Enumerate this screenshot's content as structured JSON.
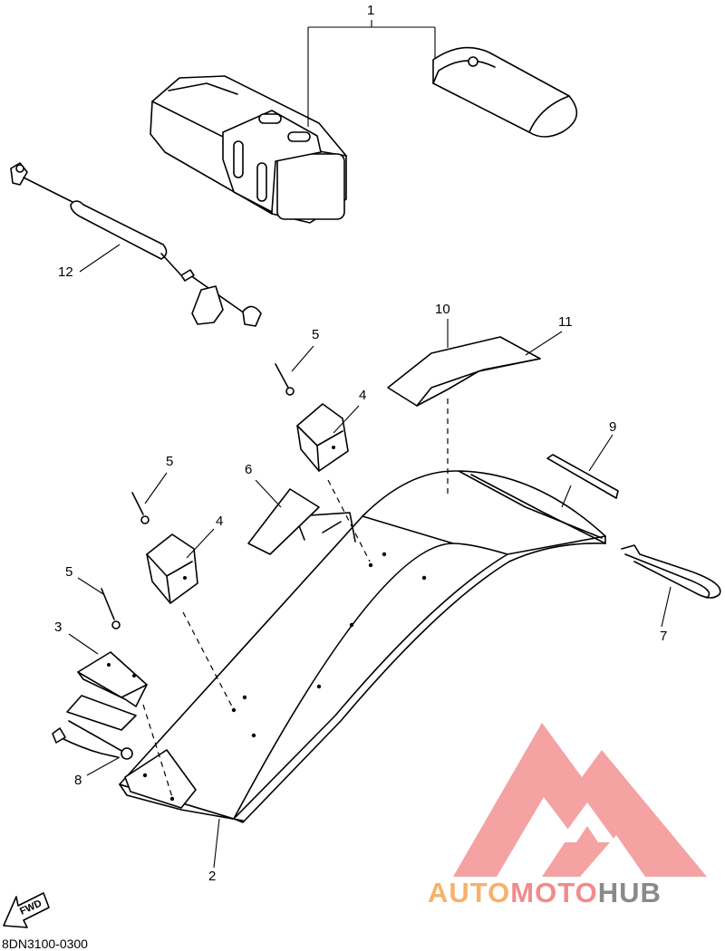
{
  "diagram": {
    "callouts": [
      {
        "id": "1",
        "label": "1"
      },
      {
        "id": "2",
        "label": "2"
      },
      {
        "id": "3",
        "label": "3"
      },
      {
        "id": "4a",
        "label": "4"
      },
      {
        "id": "4b",
        "label": "4"
      },
      {
        "id": "5a",
        "label": "5"
      },
      {
        "id": "5b",
        "label": "5"
      },
      {
        "id": "5c",
        "label": "5"
      },
      {
        "id": "6",
        "label": "6"
      },
      {
        "id": "7",
        "label": "7"
      },
      {
        "id": "8",
        "label": "8"
      },
      {
        "id": "9",
        "label": "9"
      },
      {
        "id": "10",
        "label": "10"
      },
      {
        "id": "11",
        "label": "11"
      },
      {
        "id": "12",
        "label": "12"
      }
    ],
    "fwd_label": "FWD",
    "drawing_code": "8DN3100-0300"
  },
  "watermark": {
    "part1": "AUTO",
    "part2": "MOTO",
    "part3": "HUB",
    "colors": {
      "logo": "#f28b8b",
      "auto": "#f6b26b",
      "moto": "#f28b8b",
      "hub": "#8a8a8a"
    }
  }
}
